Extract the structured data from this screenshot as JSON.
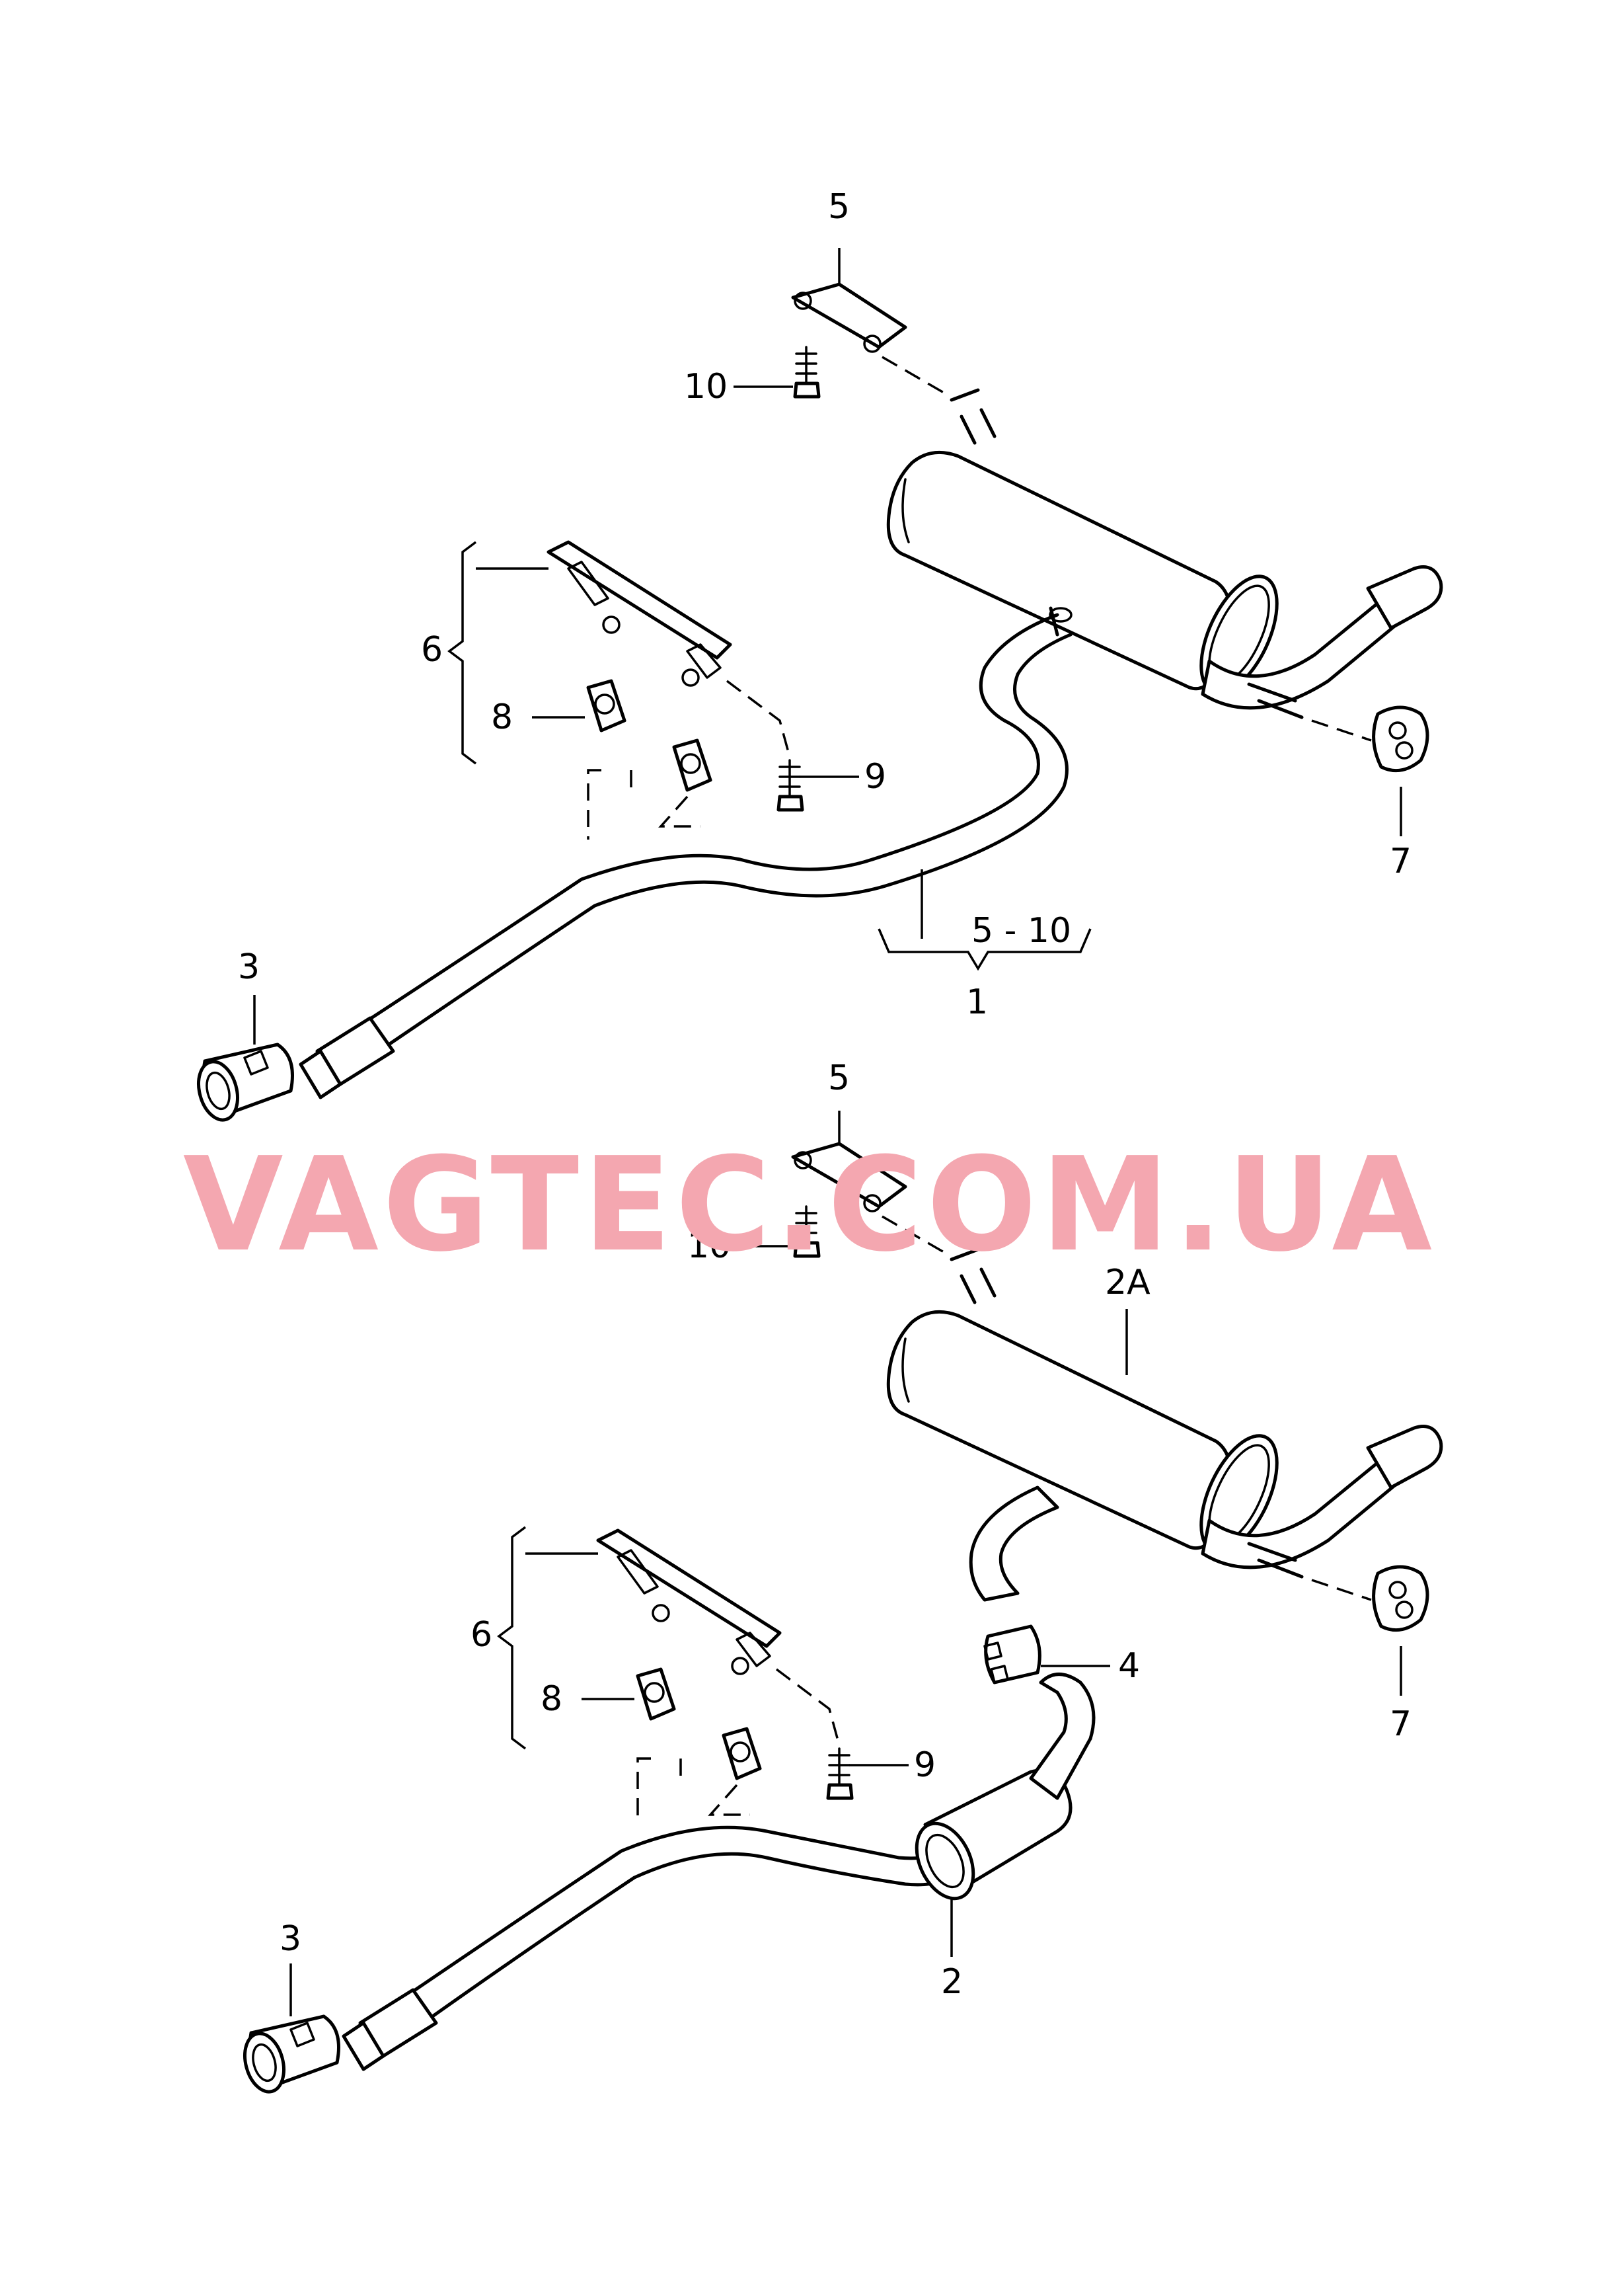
{
  "watermark": {
    "text": "VAGTEC.COM.UA",
    "color": "#f4a7b0"
  },
  "upper_assembly": {
    "callouts": {
      "c5": "5",
      "c10": "10",
      "c6": "6",
      "c8": "8",
      "c9": "9",
      "c7": "7",
      "c3": "3",
      "range": "5 - 10",
      "c1": "1"
    }
  },
  "lower_assembly": {
    "callouts": {
      "c5": "5",
      "c10": "10",
      "c2a": "2A",
      "c6": "6",
      "c8": "8",
      "c4": "4",
      "c9": "9",
      "c7": "7",
      "c3": "3",
      "c2": "2"
    }
  },
  "icons": [
    "muffler",
    "exhaust-pipe",
    "clamp",
    "hanger-bracket",
    "rubber-mount",
    "bolt"
  ]
}
